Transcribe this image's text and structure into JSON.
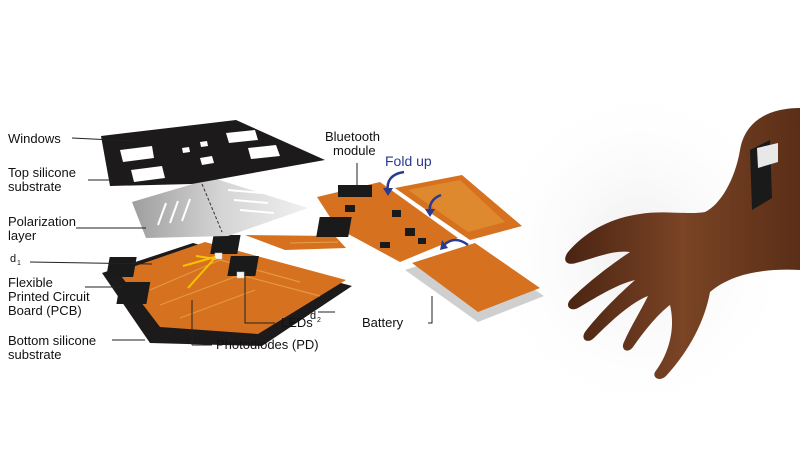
{
  "labels": {
    "windows": "Windows",
    "top_silicone_1": "Top silicone",
    "top_silicone_2": "substrate",
    "polarization_1": "Polarization",
    "polarization_2": "layer",
    "d1_main": "d",
    "d1_sub": "1",
    "pcb_1": "Flexible",
    "pcb_2": "Printed Circuit",
    "pcb_3": "Board (PCB)",
    "bottom_silicone_1": "Bottom silicone",
    "bottom_silicone_2": "substrate",
    "bluetooth_1": "Bluetooth",
    "bluetooth_2": "module",
    "fold_up": "Fold up",
    "leds": "LEDs",
    "d2_main": "d",
    "d2_sub": "2",
    "photodiodes": "Photodiodes (PD)",
    "battery": "Battery"
  },
  "colors": {
    "pcb_orange": "#d6711f",
    "pcb_trace": "#e8a24a",
    "silicone_dark": "#1c1a1a",
    "polarizer_grey": "#c9c9c9",
    "fold_arrow": "#2a3a8f",
    "skin": "#6b3a1e",
    "led_arrow": "#f5c400"
  }
}
